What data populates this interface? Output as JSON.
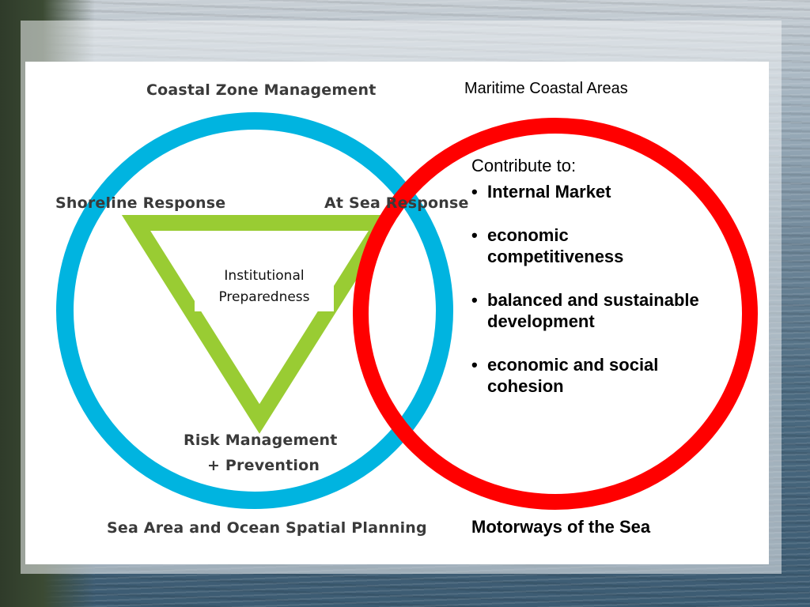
{
  "colors": {
    "blue_circle": "#00b4e0",
    "red_circle": "#ff0000",
    "green_triangle": "#99cc33",
    "panel_background": "#ffffff"
  },
  "diagram": {
    "top_label": "Coastal Zone Management",
    "left_label": "Shoreline Response",
    "right_label": "At Sea Response",
    "bottom_label_line1": "Risk Management",
    "bottom_label_line2": "+ Prevention",
    "footer_label": "Sea Area and Ocean Spatial Planning",
    "center_label_line1": "Institutional",
    "center_label_line2": "Preparedness"
  },
  "right_panel": {
    "title": "Maritime Coastal Areas",
    "intro": "Contribute to:",
    "bullets": [
      "Internal Market",
      "economic competitiveness",
      "balanced and sustainable development",
      "economic and social cohesion"
    ],
    "footer": "Motorways of the Sea"
  }
}
